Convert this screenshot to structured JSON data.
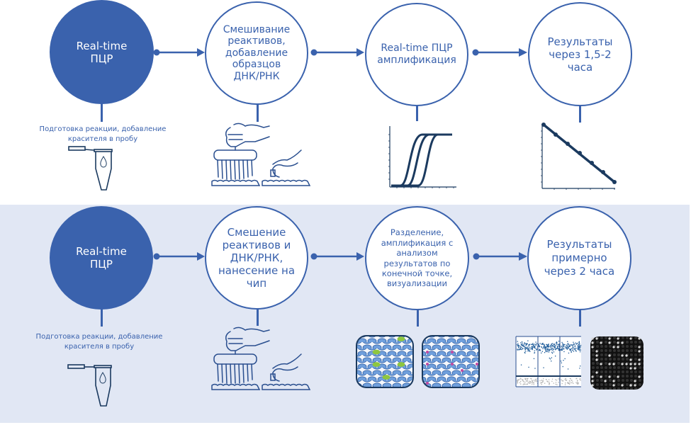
{
  "colors": {
    "primary": "#3a62ad",
    "dark_navy": "#1b3a5f",
    "band_bottom": "#e1e7f4",
    "highlight_green": "#8ec63f",
    "highlight_magenta": "#c04aa0"
  },
  "top_row": {
    "steps": [
      {
        "label": "Real-time\nПЦР",
        "style": "filled",
        "caption": "Подготовка реакции, добавление\nкрасителя в пробу",
        "illustration": "pcr-tube-icon"
      },
      {
        "label": "Смешивание\nреактивов,\nдобавление\nобразцов\nДНК/РНК",
        "style": "outline",
        "illustration": "multichannel-pipette-hands-icon"
      },
      {
        "label": "Real-time ПЦР\nамплификация",
        "style": "outline",
        "illustration": "amplification-curves-chart-icon"
      },
      {
        "label": "Результаты\nчерез 1,5-2\nчаса",
        "style": "outline",
        "illustration": "standard-curve-chart-icon"
      }
    ]
  },
  "bottom_row": {
    "steps": [
      {
        "label": "Real-time\nПЦР",
        "style": "filled",
        "caption": "Подготовка реакции, добавление\nкрасителя в пробу",
        "illustration": "pcr-tube-icon"
      },
      {
        "label": "Смешение\nреактивов и\nДНК/РНК,\nнанесение на\nчип",
        "style": "outline",
        "illustration": "multichannel-pipette-hands-icon"
      },
      {
        "label": "Разделение,\nамплификация с\nанализом\nрезультатов по\nконечной точке,\nвизуализации",
        "style": "outline",
        "illustration": "partition-chips-icon"
      },
      {
        "label": "Результаты\nпримерно\nчерез 2 часа",
        "style": "outline",
        "illustration": "scatter-plot-and-chip-image-icon"
      }
    ]
  }
}
